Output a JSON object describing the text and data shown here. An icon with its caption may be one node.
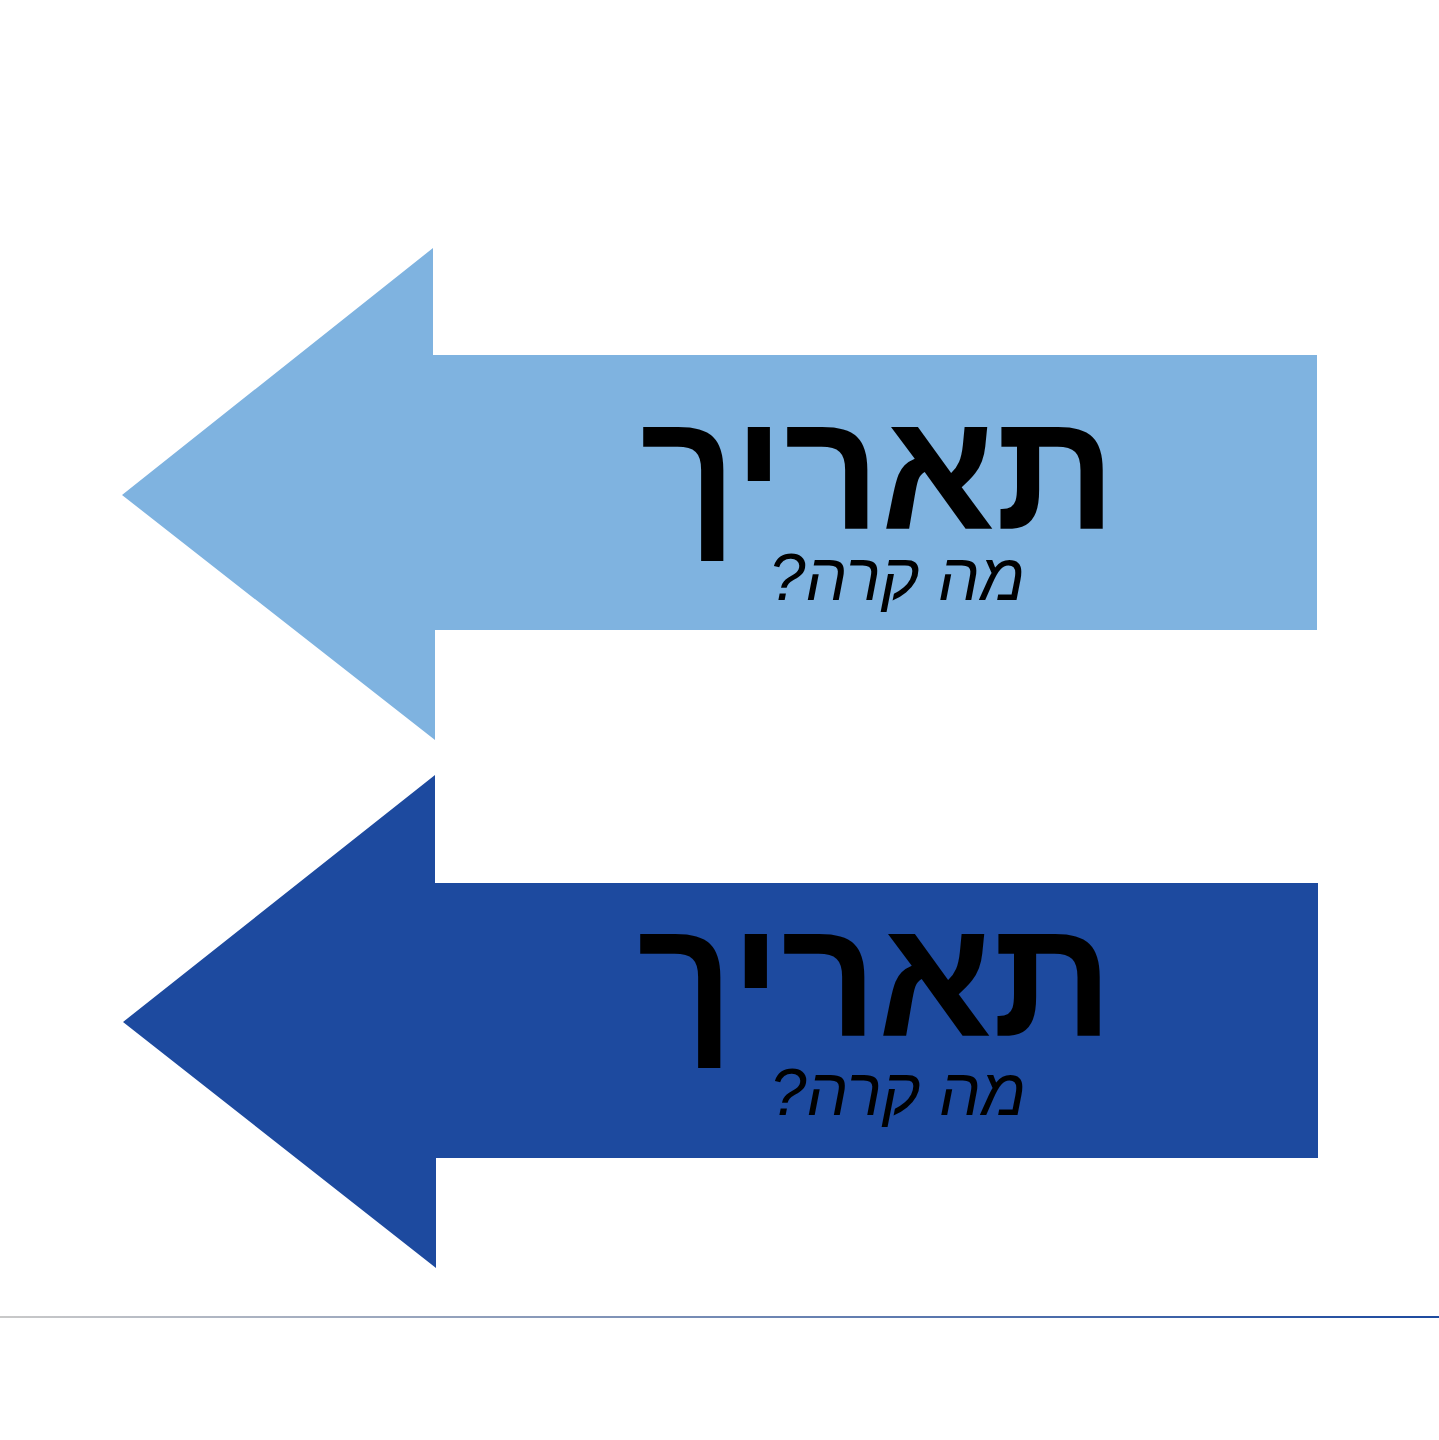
{
  "diagram": {
    "nodes": [
      {
        "text": [
          "תאריך",
          "מה קרה?"
        ]
      },
      {
        "text": [
          "תאריך",
          "מה קרה?"
        ]
      }
    ]
  }
}
